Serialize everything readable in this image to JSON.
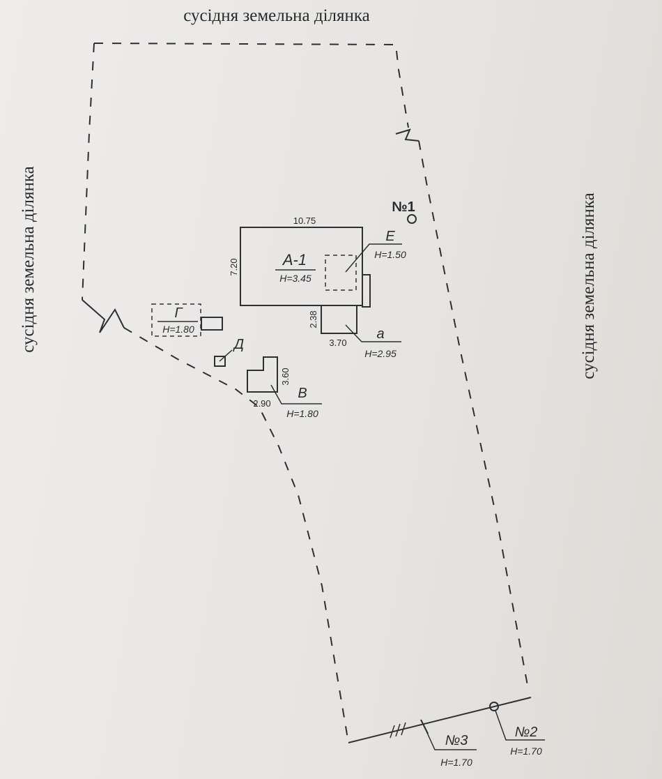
{
  "labels": {
    "top": "сусідня земельна ділянка",
    "left": "сусідня земельна ділянка",
    "right": "сусідня земельна ділянка"
  },
  "buildings": {
    "a1": {
      "name": "А-1",
      "height": "H=3.45",
      "width_dim": "10.75",
      "depth_dim": "7.20"
    },
    "e": {
      "name": "Е",
      "height": "H=1.50"
    },
    "a_ext": {
      "name": "а",
      "height": "H=2.95",
      "depth_dim": "2.38",
      "width_dim": "3.70"
    },
    "g": {
      "name": "Г",
      "height": "H=1.80"
    },
    "d": {
      "name": "Д"
    },
    "v": {
      "name": "В",
      "height": "H=1.80",
      "depth_dim": "3.60",
      "width_dim": "2.90"
    }
  },
  "points": {
    "p1": {
      "name": "№1"
    },
    "p2": {
      "name": "№2",
      "height": "H=1.70"
    },
    "p3": {
      "name": "№3",
      "height": "H=1.70"
    }
  }
}
